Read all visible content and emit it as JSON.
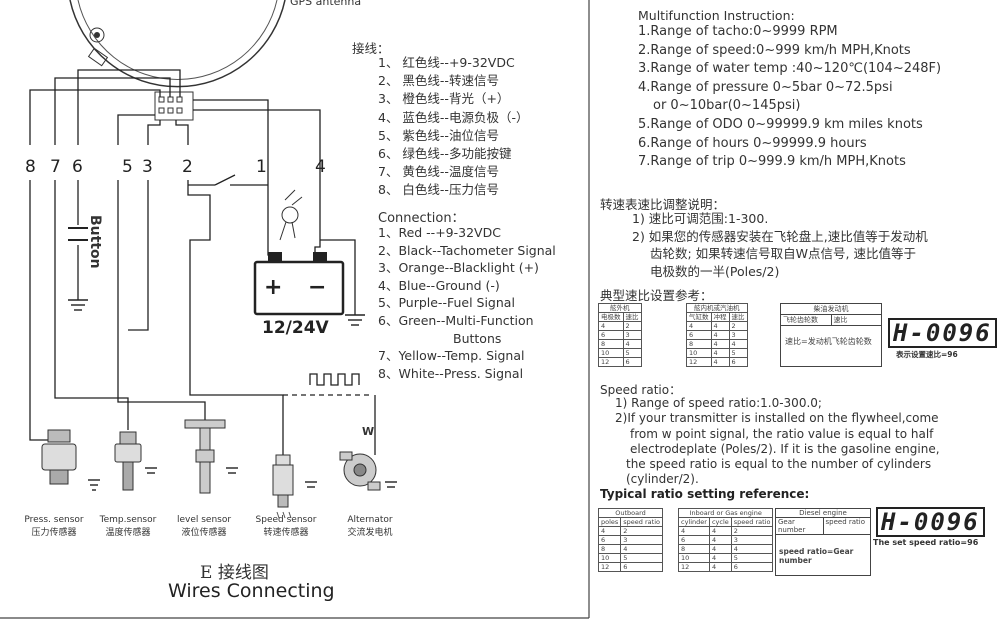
{
  "left": {
    "gps_label": "GPS antenna",
    "wire_numbers": [
      "8",
      "7",
      "6",
      "5",
      "3",
      "2",
      "1",
      "4"
    ],
    "button_label": "Button",
    "battery_label": "12/24V",
    "cn_title": "接线：",
    "cn_items": [
      "1、 红色线--+9-32VDC",
      "2、 黑色线--转速信号",
      "3、 橙色线--背光（+）",
      "4、 蓝色线--电源负极（-）",
      "5、 紫色线--油位信号",
      "6、 绿色线--多功能按键",
      "7、 黄色线--温度信号",
      "8、 白色线--压力信号"
    ],
    "en_title": "Connection：",
    "en_items": [
      "1、Red --+9-32VDC",
      "2、Black--Tachometer Signal",
      "3、Orange--Blacklight (+)",
      "4、Blue--Ground (-)",
      "5、Purple--Fuel Signal",
      "6、Green--Multi-Function",
      "Buttons",
      "7、Yellow--Temp. Signal",
      "8、White--Press. Signal"
    ],
    "w_label": "W",
    "sensors": [
      {
        "en": "Press. sensor",
        "cn": "压力传感器"
      },
      {
        "en": "Temp.sensor",
        "cn": "温度传感器"
      },
      {
        "en": "level sensor",
        "cn": "液位传感器"
      },
      {
        "en": "Speed sensor",
        "cn": "转速传感器"
      },
      {
        "en": "Alternator",
        "cn": "交流发电机"
      }
    ],
    "caption_cn": "E  接线图",
    "caption_en": "Wires Connecting"
  },
  "right": {
    "multi_title": "Multifunction Instruction:",
    "multi_items": [
      "1.Range of tacho:0~9999 RPM",
      "2.Range of speed:0~999 km/h  MPH,Knots",
      "3.Range of water temp :40~120℃(104~248F)",
      "4.Range of pressure  0~5bar  0~72.5psi",
      "or 0~10bar(0~145psi)",
      "5.Range of ODO  0~99999.9 km  miles  knots",
      "6.Range of hours  0~99999.9 hours",
      "7.Range of trip  0~999.9 km/h  MPH,Knots"
    ],
    "cn_ratio_title": "转速表速比调整说明：",
    "cn_ratio_items": [
      "1) 速比可调范围:1-300.",
      "2) 如果您的传感器安装在飞轮盘上,速比值等于发动机",
      "齿轮数; 如果转速信号取自W点信号, 速比值等于",
      "电极数的一半(Poles/2)"
    ],
    "cn_ref_title": "典型速比设置参考：",
    "cn_table1": {
      "title": "舷外机",
      "cols": [
        "电极数",
        "速比"
      ]
    },
    "cn_table2": {
      "title": "舷内机或汽油机",
      "cols": [
        "气缸数",
        "冲程",
        "速比"
      ]
    },
    "cn_box": {
      "title": "柴油发动机",
      "cols": [
        "飞轮齿轮数",
        "速比"
      ],
      "formula": "速比=发动机飞轮齿轮数"
    },
    "cn_lcd": "H-0096",
    "cn_lcd_caption": "表示设置速比=96",
    "en_ratio_title": "Speed ratio：",
    "en_ratio_items": [
      "1) Range of speed ratio:1.0-300.0;",
      "2)If your transmitter is installed on the flywheel,come",
      "from w point signal, the ratio value is equal to half",
      "electrodeplate (Poles/2). If it is the gasoline engine,",
      "the speed ratio is equal to the   number of cylinders",
      "(cylinder/2)."
    ],
    "en_ref_title": "Typical ratio setting reference:",
    "en_table1": {
      "title": "Outboard",
      "cols": [
        "poles",
        "speed ratio"
      ]
    },
    "en_table2": {
      "title": "Inboard or Gas engine",
      "cols": [
        "cylinder",
        "cycle",
        "speed ratio"
      ]
    },
    "en_box": {
      "title": "Diesel engine",
      "cols": [
        "Gear number",
        "speed ratio"
      ],
      "formula": "speed ratio=Gear number"
    },
    "en_lcd": "H-0096",
    "en_lcd_caption": "The set speed ratio=96",
    "table1_rows": [
      [
        "4",
        "2"
      ],
      [
        "6",
        "3"
      ],
      [
        "8",
        "4"
      ],
      [
        "10",
        "5"
      ],
      [
        "12",
        "6"
      ]
    ],
    "table2_rows": [
      [
        "4",
        "4",
        "2"
      ],
      [
        "6",
        "4",
        "3"
      ],
      [
        "8",
        "4",
        "4"
      ],
      [
        "10",
        "4",
        "5"
      ],
      [
        "12",
        "4",
        "6"
      ]
    ]
  }
}
